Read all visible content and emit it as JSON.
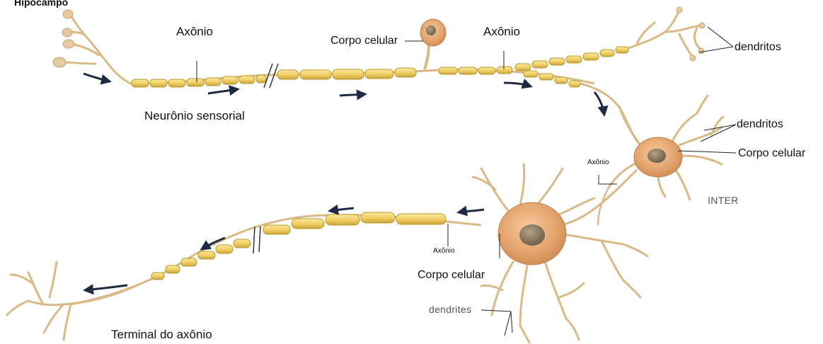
{
  "title": "Hipocampo",
  "labels": {
    "axon_top_left": "Axônio",
    "cell_body_top": "Corpo celular",
    "axon_top_right": "Axônio",
    "dendrites_top_right": "dendritos",
    "sensory_neuron": "Neurônio sensorial",
    "dendrites_inter": "dendritos",
    "cell_body_inter": "Corpo celular",
    "axon_inter": "Axônio",
    "inter": "INTER",
    "axon_motor": "Axônio",
    "cell_body_motor": "Corpo celular",
    "dendrites_motor": "dendrites",
    "axon_terminal": "Terminal do axônio"
  },
  "colors": {
    "myelin": "#f0d06a",
    "myelin_edge": "#b99a2a",
    "cell_body": "#e2a36c",
    "nucleus": "#8c7c63",
    "arrow": "#1e2a44",
    "branch": "#d9ba86"
  }
}
